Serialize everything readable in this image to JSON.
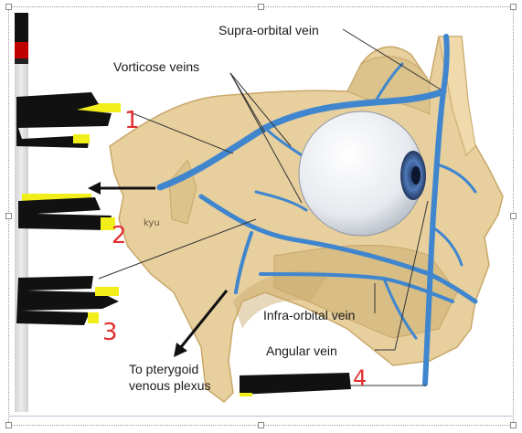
{
  "labels": {
    "supra_orbital_vein": "Supra-orbital vein",
    "vorticose_veins": "Vorticose veins",
    "infra_orbital_vein": "Infra-orbital vein",
    "angular_vein": "Angular vein",
    "to_pterygoid_line1": "To pterygoid",
    "to_pterygoid_line2": "venous plexus",
    "sketch_mark": "kyu"
  },
  "handwritten_numbers": [
    "1",
    "2",
    "3",
    "4"
  ],
  "colors": {
    "vein": "#3f86cf",
    "bone": "#e7cf9e",
    "bone_dark": "#c9a86a",
    "redaction": "#111111",
    "highlight": "#f2ee1a",
    "handwriting": "#e03030"
  }
}
